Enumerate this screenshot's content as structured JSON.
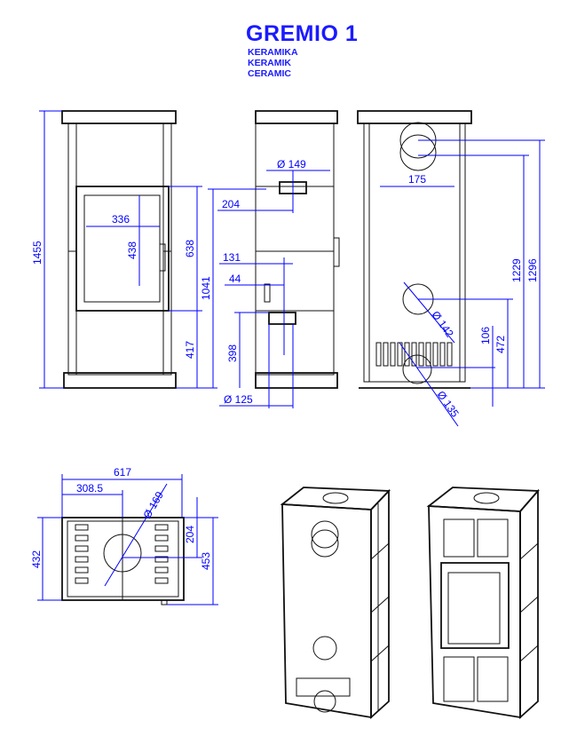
{
  "title": "GREMIO 1",
  "subtitles": [
    "KERAMIKA",
    "KERAMIK",
    "CERAMIC"
  ],
  "colors": {
    "dimension": "#0000ff",
    "outline": "#111111"
  },
  "front_view": {
    "height": "1455",
    "glass_width": "336",
    "glass_height": "438",
    "door_height": "638",
    "door_bottom": "1041",
    "base_height": "417"
  },
  "side_view": {
    "flue_diameter": "Ø 149",
    "flue_depth": "204",
    "air_offset": "131",
    "air_depth": "44",
    "lower_outlet_height": "398",
    "lower_outlet_diameter": "Ø 125"
  },
  "back_view": {
    "flue_width": "175",
    "height_1229": "1229",
    "height_1296": "1296",
    "upper_diameter": "Ø 142",
    "lower_diameter": "Ø 135",
    "height_106": "106",
    "height_472": "472"
  },
  "top_view": {
    "width": "617",
    "half_width": "308.5",
    "flue_diameter": "Ø 169",
    "depth": "432",
    "flue_offset": "204",
    "depth_total": "453"
  }
}
